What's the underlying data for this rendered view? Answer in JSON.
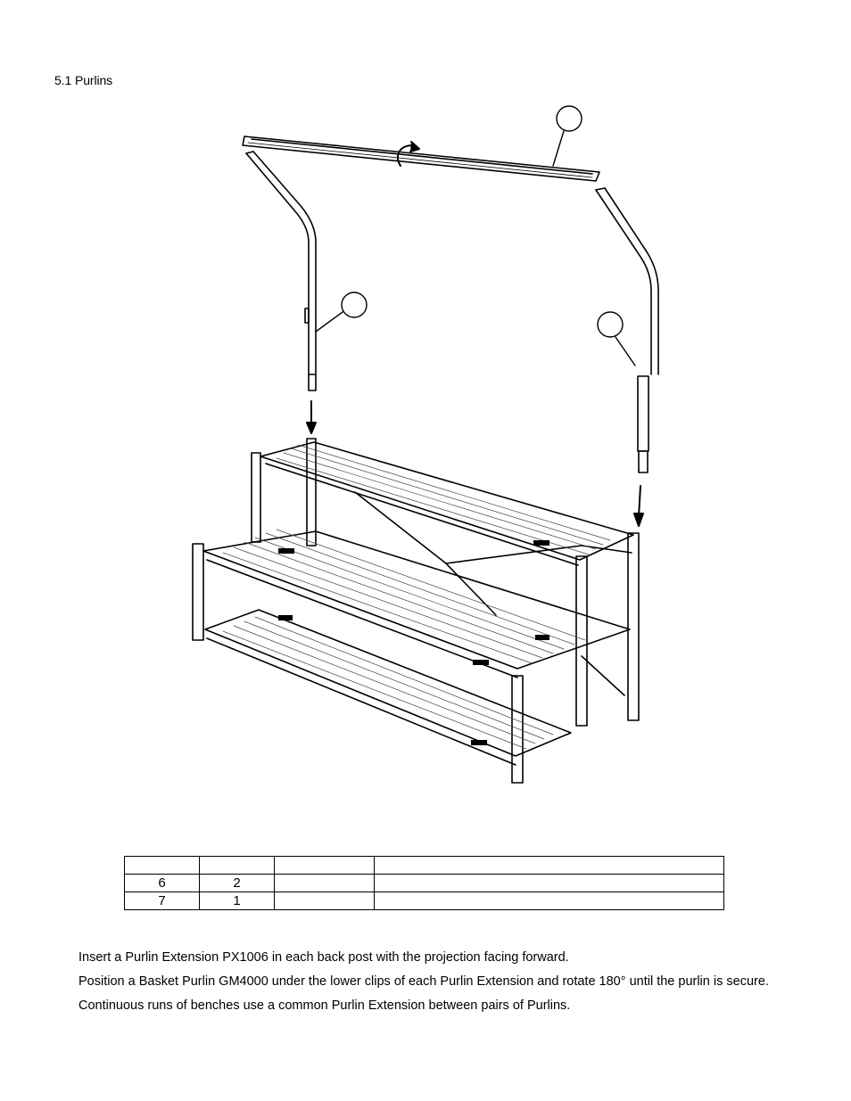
{
  "heading": "5.1 Purlins",
  "parts_table": {
    "rows": [
      [
        "",
        "",
        "",
        ""
      ],
      [
        "6",
        "2",
        "",
        ""
      ],
      [
        "7",
        "1",
        "",
        ""
      ]
    ]
  },
  "instructions": [
    "Insert a Purlin Extension PX1006 in each back post with the projection facing forward.",
    "Position a Basket Purlin GM4000 under the lower clips of each Purlin Extension and rotate 180° until the purlin is secure.",
    "Continuous runs of benches use a common Purlin Extension between pairs of Purlins."
  ]
}
